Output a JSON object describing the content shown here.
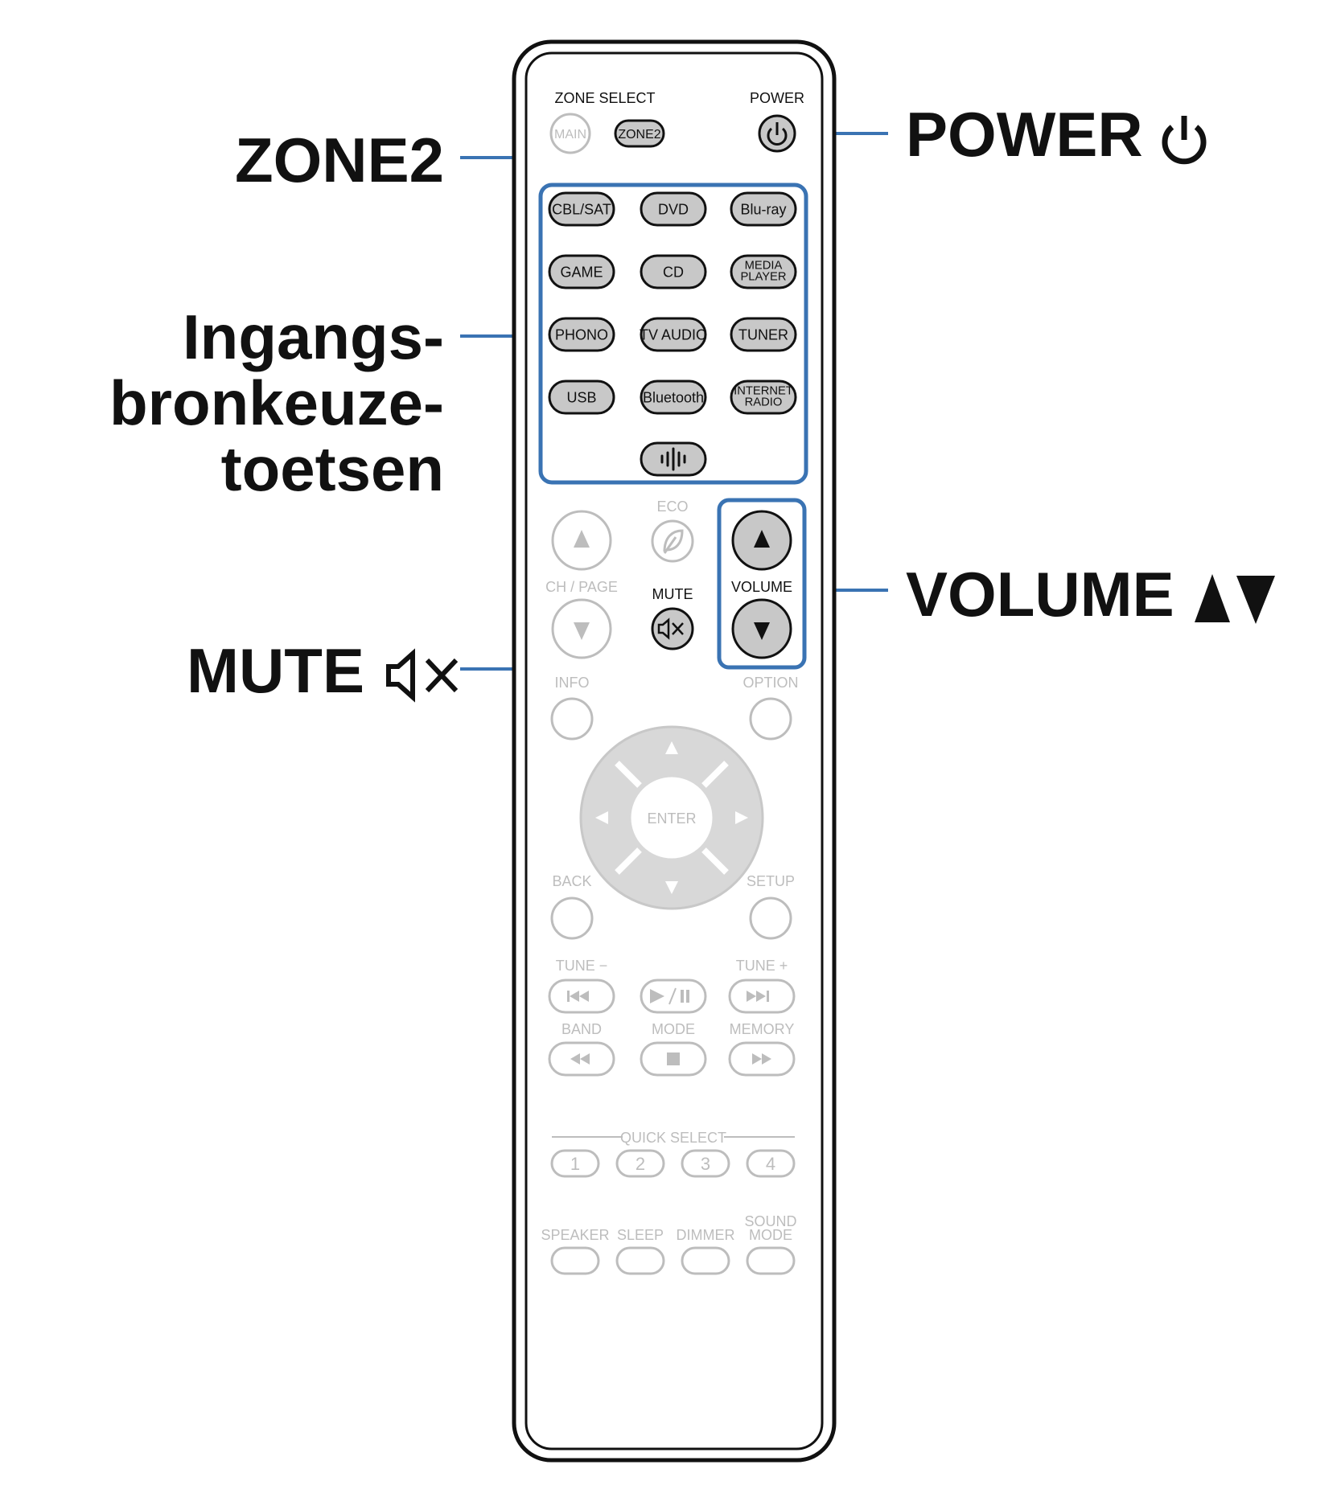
{
  "callouts": {
    "zone2": "ZONE2",
    "source_line1": "Ingangs-",
    "source_line2": "bronkeuze-",
    "source_line3": "toetsen",
    "mute": "MUTE",
    "power": "POWER",
    "volume": "VOLUME"
  },
  "remote": {
    "zone_select": "ZONE SELECT",
    "main": "MAIN",
    "zone2": "ZONE2",
    "power": "POWER",
    "sources": [
      [
        "CBL/SAT",
        "DVD",
        "Blu-ray"
      ],
      [
        "GAME",
        "CD",
        "MEDIA|PLAYER"
      ],
      [
        "PHONO",
        "TV AUDIO",
        "TUNER"
      ],
      [
        "USB",
        "Bluetooth",
        "INTERNET|RADIO"
      ]
    ],
    "eco": "ECO",
    "ch_page": "CH / PAGE",
    "mute": "MUTE",
    "volume": "VOLUME",
    "info": "INFO",
    "option": "OPTION",
    "enter": "ENTER",
    "back": "BACK",
    "setup": "SETUP",
    "tune_minus": "TUNE −",
    "tune_plus": "TUNE +",
    "band": "BAND",
    "mode": "MODE",
    "memory": "MEMORY",
    "quick_select": "QUICK SELECT",
    "quick": [
      "1",
      "2",
      "3",
      "4"
    ],
    "bottom": [
      "SPEAKER",
      "SLEEP",
      "DIMMER",
      "SOUND|MODE"
    ]
  },
  "colors": {
    "highlight": "#3a73b3",
    "active_button": "#c8c8c8",
    "faded": "#bdbdbd",
    "ink": "#111111"
  },
  "icons": [
    "power-icon",
    "mute-icon",
    "volume-up-icon",
    "volume-down-icon",
    "heos-icon",
    "eco-leaf-icon"
  ]
}
